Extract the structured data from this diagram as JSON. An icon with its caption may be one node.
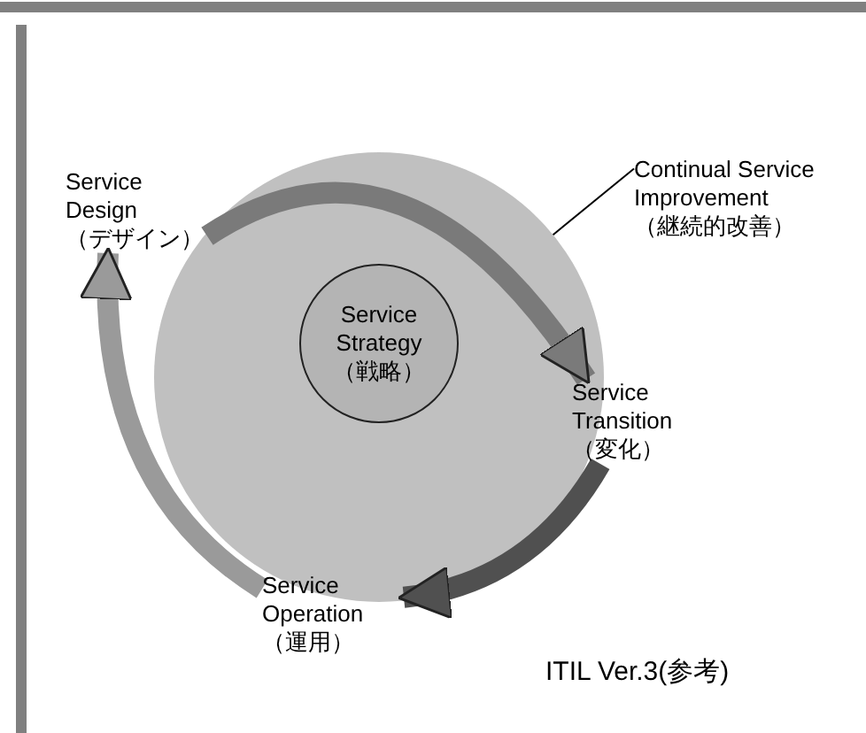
{
  "diagram": {
    "nodes": [
      {
        "text": [],
        "shape": "circle"
      },
      {
        "text": [
          "Service Strategy",
          "（戦略）"
        ],
        "in": 0
      },
      {
        "text": [
          "Service Design",
          "（デザイン）"
        ]
      },
      {
        "text": [
          "Service Transition",
          "（変化）"
        ]
      },
      {
        "text": [
          "Service Operation",
          "（運用）"
        ]
      },
      {
        "text": [
          "Continual Service Improvement",
          "（継続的改善）"
        ]
      }
    ],
    "edges": [
      {
        "from": 2,
        "to": 3,
        "arrow": "to"
      },
      {
        "from": 3,
        "to": 4,
        "arrow": "to"
      },
      {
        "from": 4,
        "to": 2,
        "arrow": "to"
      },
      {
        "from": 5,
        "to": 0,
        "arrow": "none",
        "color": "#000000"
      }
    ],
    "labels": [
      "ITIL  Ver.3(参考)"
    ]
  }
}
